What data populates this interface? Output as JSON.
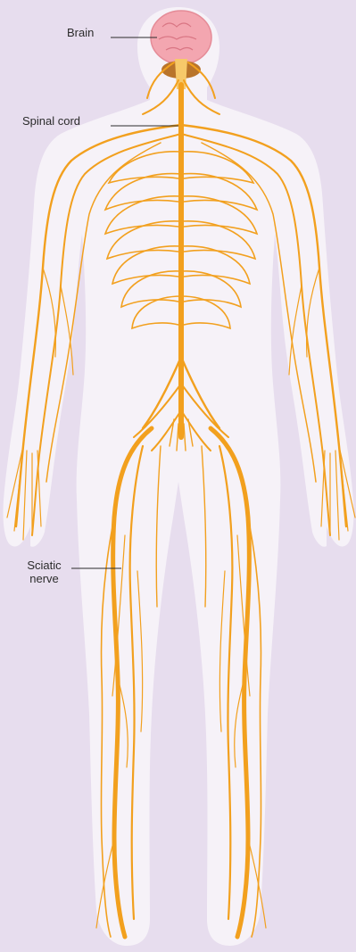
{
  "labels": {
    "brain": "Brain",
    "spinal_cord": "Spinal cord",
    "sciatic_line1": "Sciatic",
    "sciatic_line2": "nerve"
  },
  "colors": {
    "background": "#e7ddee",
    "body_silhouette": "#f6f2f8",
    "nerve": "#f2a01e",
    "nerve_dark": "#e58d0c",
    "brain": "#f3a6b0",
    "brainstem": "#f7c96a",
    "cerebellum": "#b9742b",
    "leader_line": "#2b2b2b"
  },
  "icons": [
    "human-body-silhouette",
    "brain-icon",
    "nerve-network"
  ]
}
